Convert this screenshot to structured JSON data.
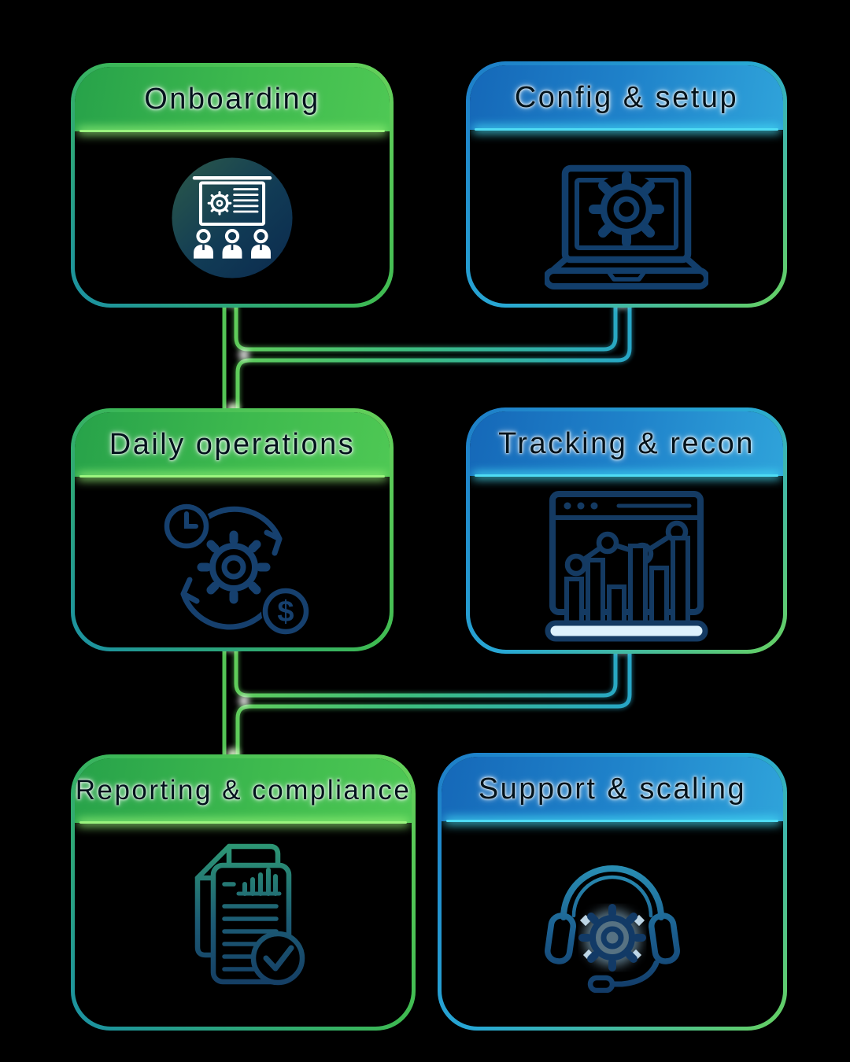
{
  "page": {
    "background": "#000000",
    "kind": "customer-lifecycle-flow-diagram"
  },
  "cards": [
    {
      "id": "onboarding",
      "title": "Onboarding",
      "header_style": "green",
      "icon": "presentation-training-icon"
    },
    {
      "id": "config-setup",
      "title": "Config & setup",
      "header_style": "blue",
      "icon": "laptop-gear-icon"
    },
    {
      "id": "daily-operations",
      "title": "Daily operations",
      "header_style": "green",
      "icon": "process-cycle-gear-icon"
    },
    {
      "id": "tracking-recon",
      "title": "Tracking & recon",
      "header_style": "blue",
      "icon": "analytics-dashboard-icon"
    },
    {
      "id": "reporting-compliance",
      "title": "Reporting & compliance",
      "header_style": "green",
      "icon": "report-checklist-icon"
    },
    {
      "id": "support-scaling",
      "title": "Support & scaling",
      "header_style": "blue",
      "icon": "headset-gear-icon"
    }
  ],
  "icons": {
    "currency_symbol": "$"
  },
  "flow": [
    {
      "from": "onboarding",
      "to": "config-setup",
      "type": "horizontal-glow-stub"
    },
    {
      "from": "onboarding",
      "to": "daily-operations",
      "type": "vertical-line"
    },
    {
      "from": "config-setup",
      "to": "daily-operations",
      "type": "looped-elbow"
    },
    {
      "from": "daily-operations",
      "to": "tracking-recon",
      "type": "horizontal-glow-stub"
    },
    {
      "from": "daily-operations",
      "to": "reporting-compliance",
      "type": "vertical-line"
    },
    {
      "from": "tracking-recon",
      "to": "reporting-compliance",
      "type": "looped-elbow"
    },
    {
      "from": "reporting-compliance",
      "to": "support-scaling",
      "type": "horizontal-glow-stub"
    }
  ],
  "colors": {
    "header_green": "#3eba4e",
    "header_green_glow": "#9bf57f",
    "header_blue": "#1f82ca",
    "header_blue_glow": "#4fdcf4",
    "border_green": "#66d15b",
    "border_teal": "#1a90a4",
    "border_blue": "#1d7dc8",
    "icon_navy": "#143a62",
    "icon_white": "#ffffff",
    "wire_green": "#55c455",
    "wire_teal": "#2aa8cd",
    "stub_cyan": "#4fd0e4"
  }
}
